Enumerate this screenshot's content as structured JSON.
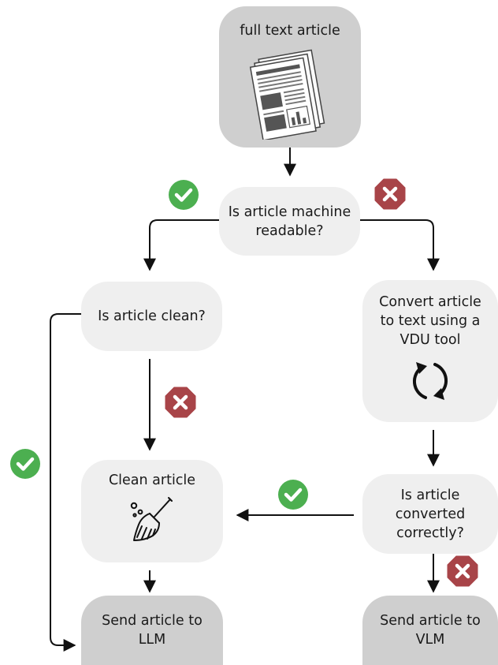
{
  "nodes": {
    "start": "full text article",
    "readable": "Is article machine\nreadable?",
    "clean_q": "Is article clean?",
    "convert": "Convert article\nto text using a\nVDU tool",
    "clean_action": "Clean article",
    "converted_q": "Is article\nconverted\ncorrectly?",
    "send_llm": "Send article to\nLLM",
    "send_vlm": "Send article to\nVLM"
  },
  "icons": {
    "article": "newspaper-icon",
    "refresh": "refresh-cycle-icon",
    "broom": "broom-icon",
    "yes": "check-circle-icon",
    "no": "x-octagon-icon"
  },
  "colors": {
    "yes": "#4caf50",
    "no": "#a84448",
    "light_node": "#efefef",
    "dark_node": "#cfcfcf"
  }
}
